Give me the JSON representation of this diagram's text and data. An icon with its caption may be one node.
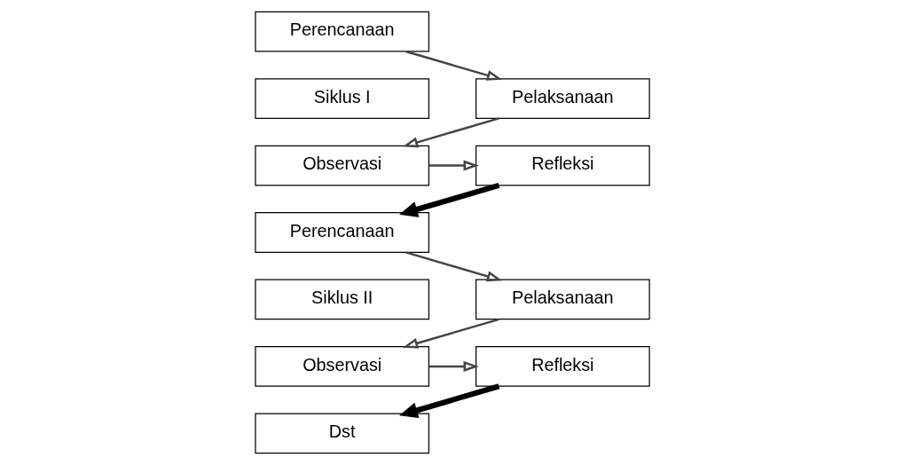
{
  "diagram": {
    "nodes": [
      {
        "text": [
          "Perencanaan"
        ]
      },
      {
        "text": [
          "Siklus I"
        ]
      },
      {
        "text": [
          "Pelaksanaan"
        ]
      },
      {
        "text": [
          "Refleksi"
        ]
      },
      {
        "text": [
          "Observasi"
        ]
      },
      {
        "text": [
          "Perencanaan"
        ]
      },
      {
        "text": [
          "Siklus II"
        ]
      },
      {
        "text": [
          "Pelaksanaan"
        ]
      },
      {
        "text": [
          "Refleksi"
        ]
      },
      {
        "text": [
          "Observasi"
        ]
      },
      {
        "text": [
          "Dst"
        ]
      }
    ],
    "edges": [
      {
        "from": 0,
        "to": 2,
        "arrow": "to"
      },
      {
        "from": 2,
        "to": 4,
        "arrow": "to"
      },
      {
        "from": 4,
        "to": 3,
        "arrow": "to"
      },
      {
        "from": 3,
        "to": 5,
        "arrow": "to",
        "style": "thick"
      },
      {
        "from": 5,
        "to": 7,
        "arrow": "to"
      },
      {
        "from": 7,
        "to": 9,
        "arrow": "to"
      },
      {
        "from": 9,
        "to": 8,
        "arrow": "to"
      },
      {
        "from": 8,
        "to": 10,
        "arrow": "to",
        "style": "thick"
      }
    ]
  }
}
